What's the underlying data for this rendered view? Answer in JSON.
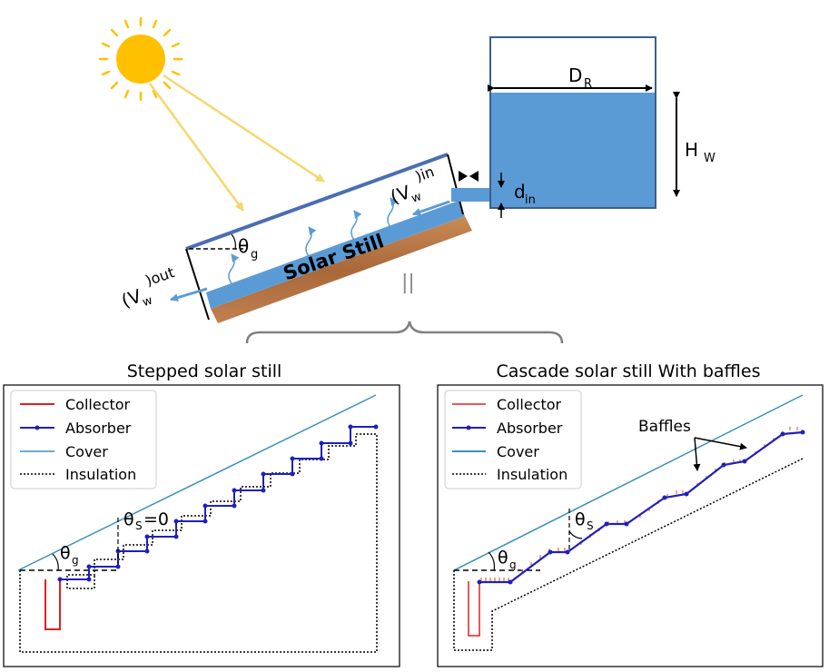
{
  "top": {
    "still_label": "Solar Still",
    "v_out": "(V",
    "v_out_sub": "w",
    "v_out_sup": ")out",
    "v_in": "(V",
    "v_in_sub": "w",
    "v_in_sup": ")in",
    "theta_g": "θ",
    "theta_g_sub": "g",
    "d_r": "D",
    "d_r_sub": "R",
    "h_w": "H",
    "h_w_sub": "W",
    "d_in": "d",
    "d_in_sub": "in",
    "equiv": "||"
  },
  "left_panel": {
    "title": "Stepped solar still",
    "legend": [
      "Collector",
      "Absorber",
      "Cover",
      "Insulation"
    ],
    "theta_s": "θ",
    "theta_s_sub": "S",
    "theta_s_val": "=0",
    "theta_g": "θ",
    "theta_g_sub": "g"
  },
  "right_panel": {
    "title": "Cascade solar still With baffles",
    "legend": [
      "Collector",
      "Absorber",
      "Cover",
      "Insulation"
    ],
    "baffles": "Baffles",
    "theta_s": "θ",
    "theta_s_sub": "S",
    "theta_g": "θ",
    "theta_g_sub": "g"
  },
  "colors": {
    "sun": "#ffc000",
    "ray": "#f5d76e",
    "water": "#5b9bd5",
    "wood": "#b97a4a",
    "cover": "#3a8fc0",
    "absorber": "#1f1fbf",
    "collector": "#e02020",
    "baffle": "#e07030"
  }
}
